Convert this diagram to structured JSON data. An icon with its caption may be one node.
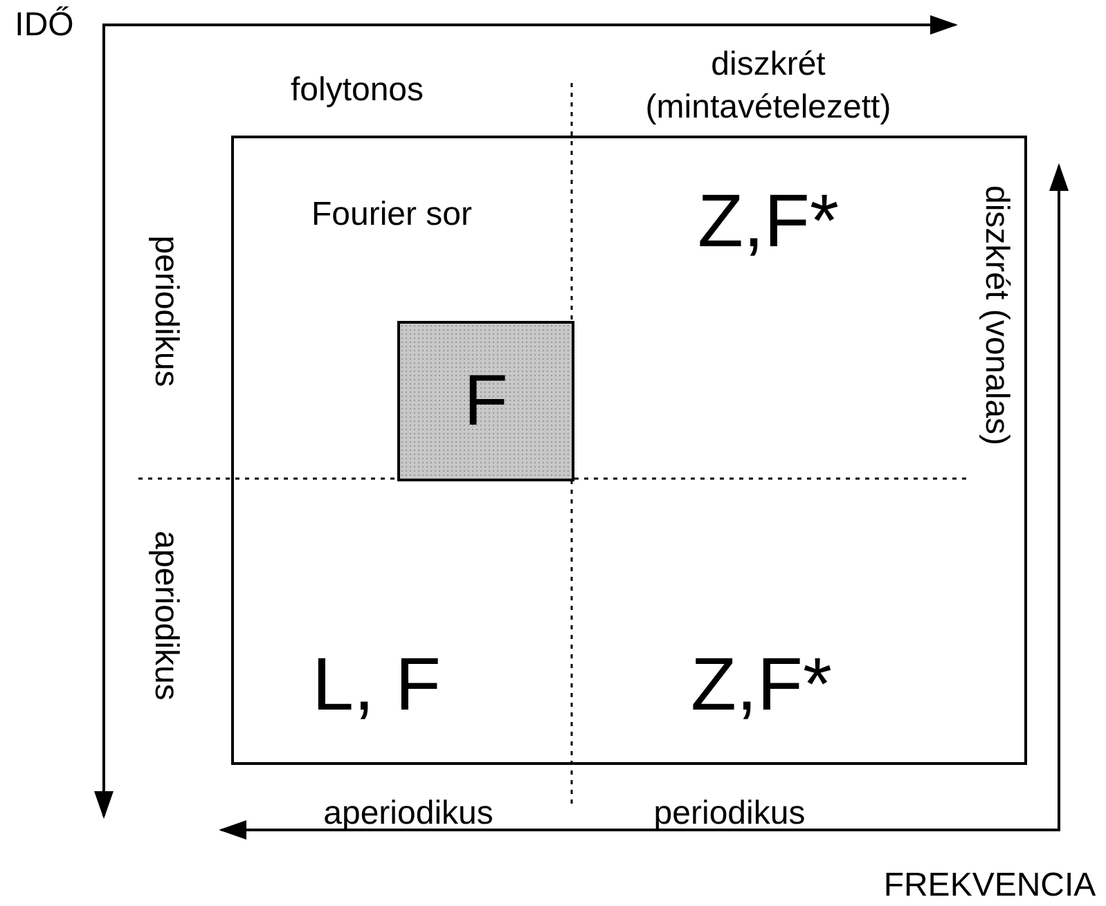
{
  "diagram": {
    "nodes": [
      {
        "text": [],
        "shape": "box"
      },
      {
        "text": [
          "F"
        ],
        "in": 0
      }
    ],
    "labels": [
      "IDŐ",
      "folytonos",
      "diszkrét (mintavételezett)",
      "diszkrét (vonalas)",
      "periodikus",
      "Fourier sor",
      "Z,F*",
      "aperiodikus",
      "L, F",
      "Z,F*",
      "aperiodikus",
      "periodikus",
      "FREKVENCIA"
    ]
  }
}
